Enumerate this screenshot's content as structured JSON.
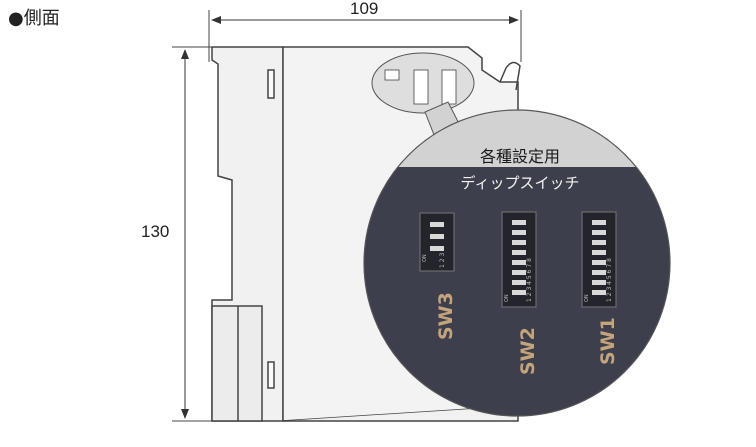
{
  "heading": "●側面",
  "dimensions": {
    "width": "109",
    "height": "130"
  },
  "callout": {
    "line1": "各種設定用",
    "line2": "ディップスイッチ"
  },
  "switches": [
    {
      "id": "sw3",
      "label": "SW3",
      "positions": 3,
      "numbers": "1 2 3",
      "on_label": "ON"
    },
    {
      "id": "sw2",
      "label": "SW2",
      "positions": 8,
      "numbers": "1 2 3 4 5 6 7 8",
      "on_label": "ON"
    },
    {
      "id": "sw1",
      "label": "SW1",
      "positions": 8,
      "numbers": "1 2 3 4 5 6 7 8",
      "on_label": "ON"
    }
  ],
  "colors": {
    "body_fill": "#f1f1f1",
    "outline": "#444444",
    "callout_band": "#d2d2d2",
    "callout_dark": "#3d3f4c",
    "switch_label": "#c4a47c"
  }
}
